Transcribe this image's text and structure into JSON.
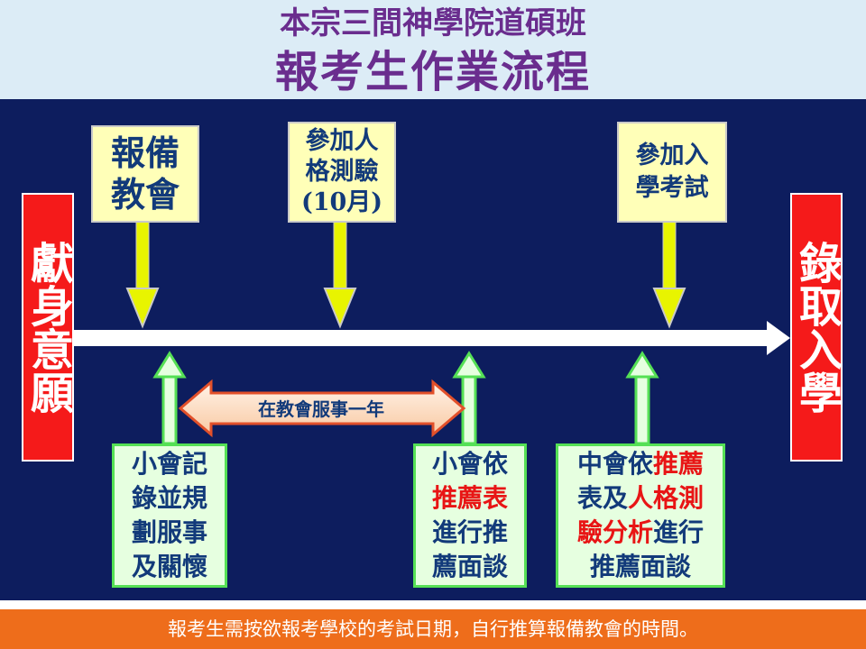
{
  "header": {
    "subtitle": "本宗三間神學院道碩班",
    "title": "報考生作業流程"
  },
  "start_box": "獻身意願",
  "end_box": "錄取入學",
  "top_steps": [
    {
      "lines": [
        "報備",
        "教會"
      ]
    },
    {
      "lines": [
        "參加人",
        "格測驗",
        "(10月)"
      ]
    },
    {
      "lines": [
        "參加入",
        "學考試"
      ]
    }
  ],
  "bottom_steps": [
    {
      "lines": [
        [
          "小會記"
        ],
        [
          "錄並規"
        ],
        [
          "劃服事"
        ],
        [
          "及關懷"
        ]
      ]
    },
    {
      "lines": [
        [
          "小會依"
        ],
        [
          "推薦表"
        ],
        [
          "進行推"
        ],
        [
          "薦面談"
        ]
      ]
    },
    {
      "lines": [
        [
          "中會依",
          "推薦"
        ],
        [
          "表及",
          "人格測"
        ],
        [
          "驗分析",
          "進行"
        ],
        [
          "推薦面談"
        ]
      ]
    }
  ],
  "service_label": "在教會服事一年",
  "footer": "報考生需按欲報考學校的考試日期，自行推算報備教會的時間。",
  "colors": {
    "panel": "#0d1d5e",
    "header_bg": "#dcecf6",
    "title": "#6a2d8e",
    "red_box": "#f51a1a",
    "yellow_box": "#ffffb8",
    "green_box": "#e6ffe0",
    "footer_bg": "#ee6d1b",
    "highlight_red": "#e81515"
  }
}
